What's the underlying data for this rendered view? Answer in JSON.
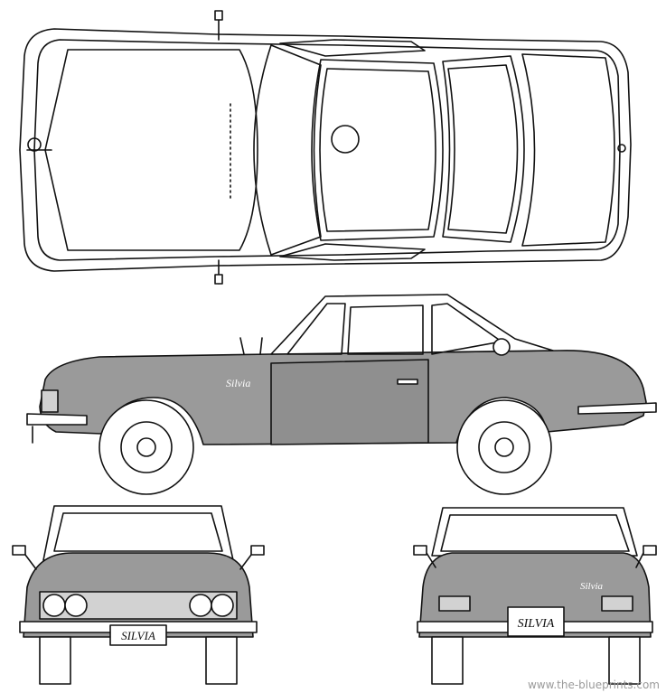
{
  "front_plate": "SILVIA",
  "rear_plate": "SILVIA",
  "side_script": "Silvia",
  "rear_script": "Silvia",
  "watermark": "www.the-blueprints.com",
  "colors": {
    "line": "#111111",
    "body_fill": "#9a9a9a",
    "door_fill": "#8f8f8f",
    "light_fill": "#d2d2d2",
    "background": "#ffffff"
  }
}
